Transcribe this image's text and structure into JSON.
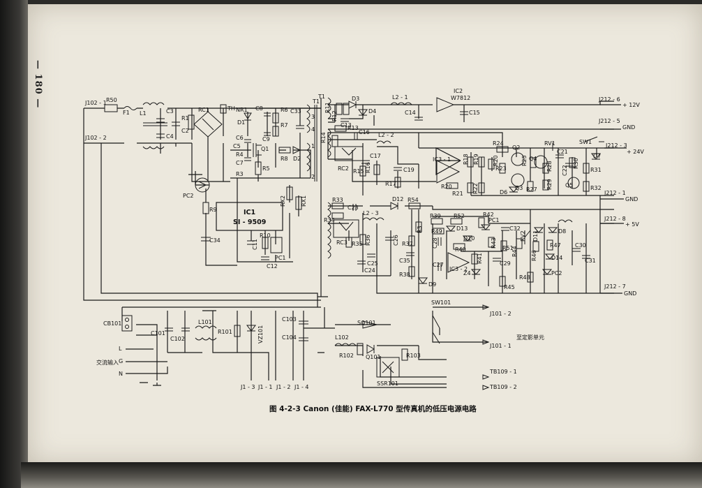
{
  "page_number": "— 180 —",
  "caption": "图 4-2-3   Canon (佳能) FAX-L770 型传真机的低压电源电路",
  "components": {
    "R50": "R50",
    "F1": "F1",
    "J102_1": "J102 - 1",
    "J102_2": "J102 - 2",
    "L1": "L1",
    "C3": "C3",
    "C4": "C4",
    "C2": "C2",
    "R1": "R1",
    "RC1": "RC1",
    "TH": "TH",
    "NR1": "NR1",
    "C8": "C8",
    "D1": "D1",
    "C9": "C9",
    "R6": "R6",
    "R7": "R7",
    "C33": "C33",
    "C5": "C5",
    "C6": "C6",
    "R4": "R4",
    "C7": "C7",
    "Q1": "Q1",
    "R5": "R5",
    "R8": "R8",
    "D2": "D2",
    "R3": "R3",
    "PC2": "PC2",
    "R9": "R9",
    "C34": "C34",
    "IC1": "IC1",
    "SI9509": "SI - 9509",
    "RX2": "RX2",
    "RX1": "RX1",
    "C11": "C11",
    "R10": "R10",
    "C12": "C12",
    "PC1": "PC1",
    "T1": "T1",
    "R11": "R11",
    "R12": "R12",
    "D3": "D3",
    "D4": "D4",
    "C13": "C13",
    "L2_1": "L2 - 1",
    "C14": "C14",
    "IC2": "IC2",
    "W7812": "W7812",
    "C15": "C15",
    "R13": "R13",
    "R14": "R14",
    "C16": "C16",
    "L2_2": "L2 - 2",
    "RC2": "RC2",
    "R15": "R15",
    "R16": "R16",
    "C17": "C17",
    "R17": "R17",
    "C19": "C19",
    "IC3_1": "IC3 - 1",
    "R18": "R18",
    "R19": "R19",
    "R20": "R20",
    "R21": "R21",
    "R22": "R22",
    "R23": "R23",
    "R24": "R24",
    "Q2": "Q2",
    "Q3": "Q3",
    "Q4": "Q4",
    "D6": "D6",
    "R25": "R25",
    "R27": "R27",
    "R28": "R28",
    "R29": "R29",
    "RV1": "RV1",
    "C21": "C21",
    "C22": "C22",
    "R30": "R30",
    "R31": "R31",
    "R32": "R32",
    "Q5": "Q5",
    "SW1": "SW1",
    "D7": "D7",
    "R26": "R26",
    "R33": "R33",
    "R34": "R34",
    "C23": "C23",
    "D12": "D12",
    "R54": "R54",
    "L2_3": "L2 - 3",
    "RC3": "RC3",
    "R35": "R35",
    "R36": "R36",
    "C26": "C26",
    "C25": "C25",
    "C24": "C24",
    "R37": "R37",
    "C35": "C35",
    "R38": "R38",
    "D9": "D9",
    "R3x": "R3",
    "R39": "R39",
    "R49": "R49",
    "R52": "R52",
    "D13": "D13",
    "C28": "C28",
    "R40": "R40",
    "D10": "D10",
    "C27": "C27",
    "IC3_2": "IC3 - 2",
    "R41": "R41",
    "Z4": "Z4",
    "R42": "R42",
    "R43": "R43",
    "C29": "C29",
    "R45": "R45",
    "R51": "R51",
    "C32": "C32",
    "R44": "R44",
    "RV2": "RV2",
    "D11": "D11",
    "D8": "D8",
    "R46": "R46",
    "R47": "R47",
    "D14": "D14",
    "R48": "R48",
    "PC2b": "PC2",
    "C30": "C30",
    "C31": "C31",
    "PC1b": "PC1",
    "CB101": "CB101",
    "C101": "C101",
    "C102": "C102",
    "L101": "L101",
    "R101": "R101",
    "VZ101": "VZ101",
    "C103": "C103",
    "C104": "C104",
    "L102": "L102",
    "SQ101": "SQ101",
    "R102": "R102",
    "Q101": "Q101",
    "R103": "R103",
    "SSR101": "SSR101",
    "SW101": "SW101"
  },
  "terminals": {
    "j212_6": "J212 - 6",
    "v12": "+ 12V",
    "j212_5": "J212 - 5",
    "gnd1": "GND",
    "j212_3": "J212 - 3",
    "v24": "+ 24V",
    "j212_1": "J212 - 1",
    "gnd2": "GND",
    "j212_8": "J212 - 8",
    "v5": "+ 5V",
    "j212_7": "J212 - 7",
    "gnd3": "GND",
    "j101_2": "J101 - 2",
    "j101_1": "J101 - 1",
    "fixing_unit": "至定影单元",
    "tb109_1": "TB109 - 1",
    "tb109_2": "TB109 - 2",
    "ac_input": "交流输入",
    "L": "L",
    "G": "G",
    "N": "N",
    "j1_3": "J1 - 3",
    "j1_1": "J1 - 1",
    "j1_2": "J1 - 2",
    "j1_4": "J1 - 4",
    "pin1": "1",
    "pin2": "2",
    "pin3": "3",
    "pin4": "4"
  }
}
